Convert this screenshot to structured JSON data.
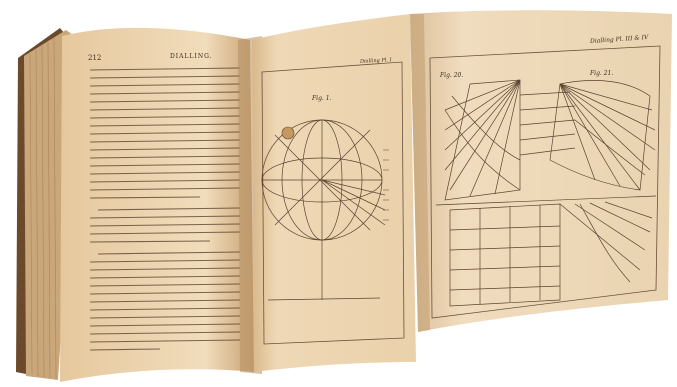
{
  "book": {
    "left_page": {
      "page_number": "212",
      "running_head": "DIALLING."
    },
    "plates": {
      "middle_header": "Dialling Pl. I",
      "right_header": "Dialling Pl. III & IV",
      "figure_labels": [
        "Fig. 1.",
        "Fig. 20.",
        "Fig. 21."
      ]
    }
  },
  "colors": {
    "paper": "#efd9b6",
    "paper_shadow": "#d8b98e",
    "ink": "#5a4330",
    "leather": "#6b4a2c",
    "background": "#ffffff"
  }
}
